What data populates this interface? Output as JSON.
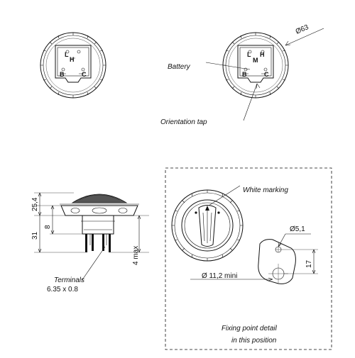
{
  "terminal_letters": {
    "l": "L",
    "h": "H",
    "m": "M",
    "b": "B",
    "c": "C"
  },
  "labels": {
    "battery": "Battery",
    "orientation_tap": "Orientation tap",
    "white_marking": "White marking",
    "terminals_line1": "Terminals",
    "terminals_line2": "6.35 x 0.8",
    "fixing_line1": "Fixing point detail",
    "fixing_line2": "in this position"
  },
  "dimensions": {
    "dia_outer": "Ø63",
    "height_top": "25,4",
    "height_body": "31",
    "offset_8": "8",
    "max_4": "4 max",
    "hole_dia": "Ø5,1",
    "hole_spacing": "17",
    "dia_min": "Ø 11,2  mini"
  }
}
